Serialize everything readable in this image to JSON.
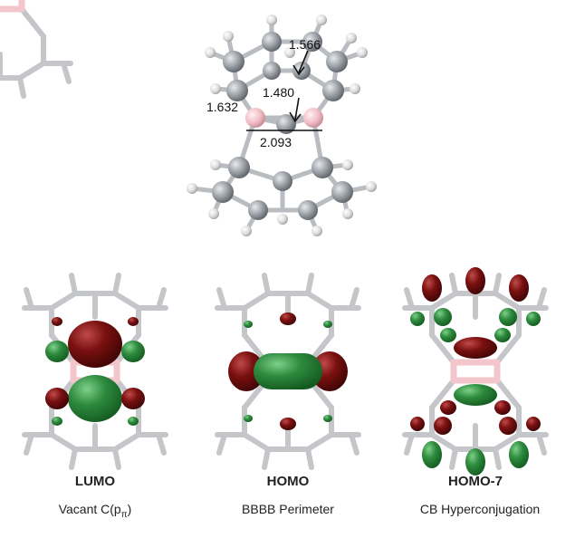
{
  "structure": {
    "bond_lengths": [
      "1.566",
      "1.480",
      "1.632",
      "2.093"
    ]
  },
  "orbitals": [
    {
      "name": "LUMO",
      "desc_main": "Vacant  C(p",
      "desc_sub": "π",
      "desc_end": ")"
    },
    {
      "name": "HOMO",
      "desc_main": "BBBB Perimeter",
      "desc_sub": "",
      "desc_end": ""
    },
    {
      "name": "HOMO-7",
      "desc_main": "CB Hyperconjugation",
      "desc_sub": "",
      "desc_end": ""
    }
  ],
  "colors": {
    "lobe_positive": "#2e8b3e",
    "lobe_negative": "#7a1010",
    "carbon": "#9aa0a6",
    "hydrogen": "#e6e6e6",
    "boron": "#f3c6cc",
    "bond": "#b9bcc0"
  }
}
